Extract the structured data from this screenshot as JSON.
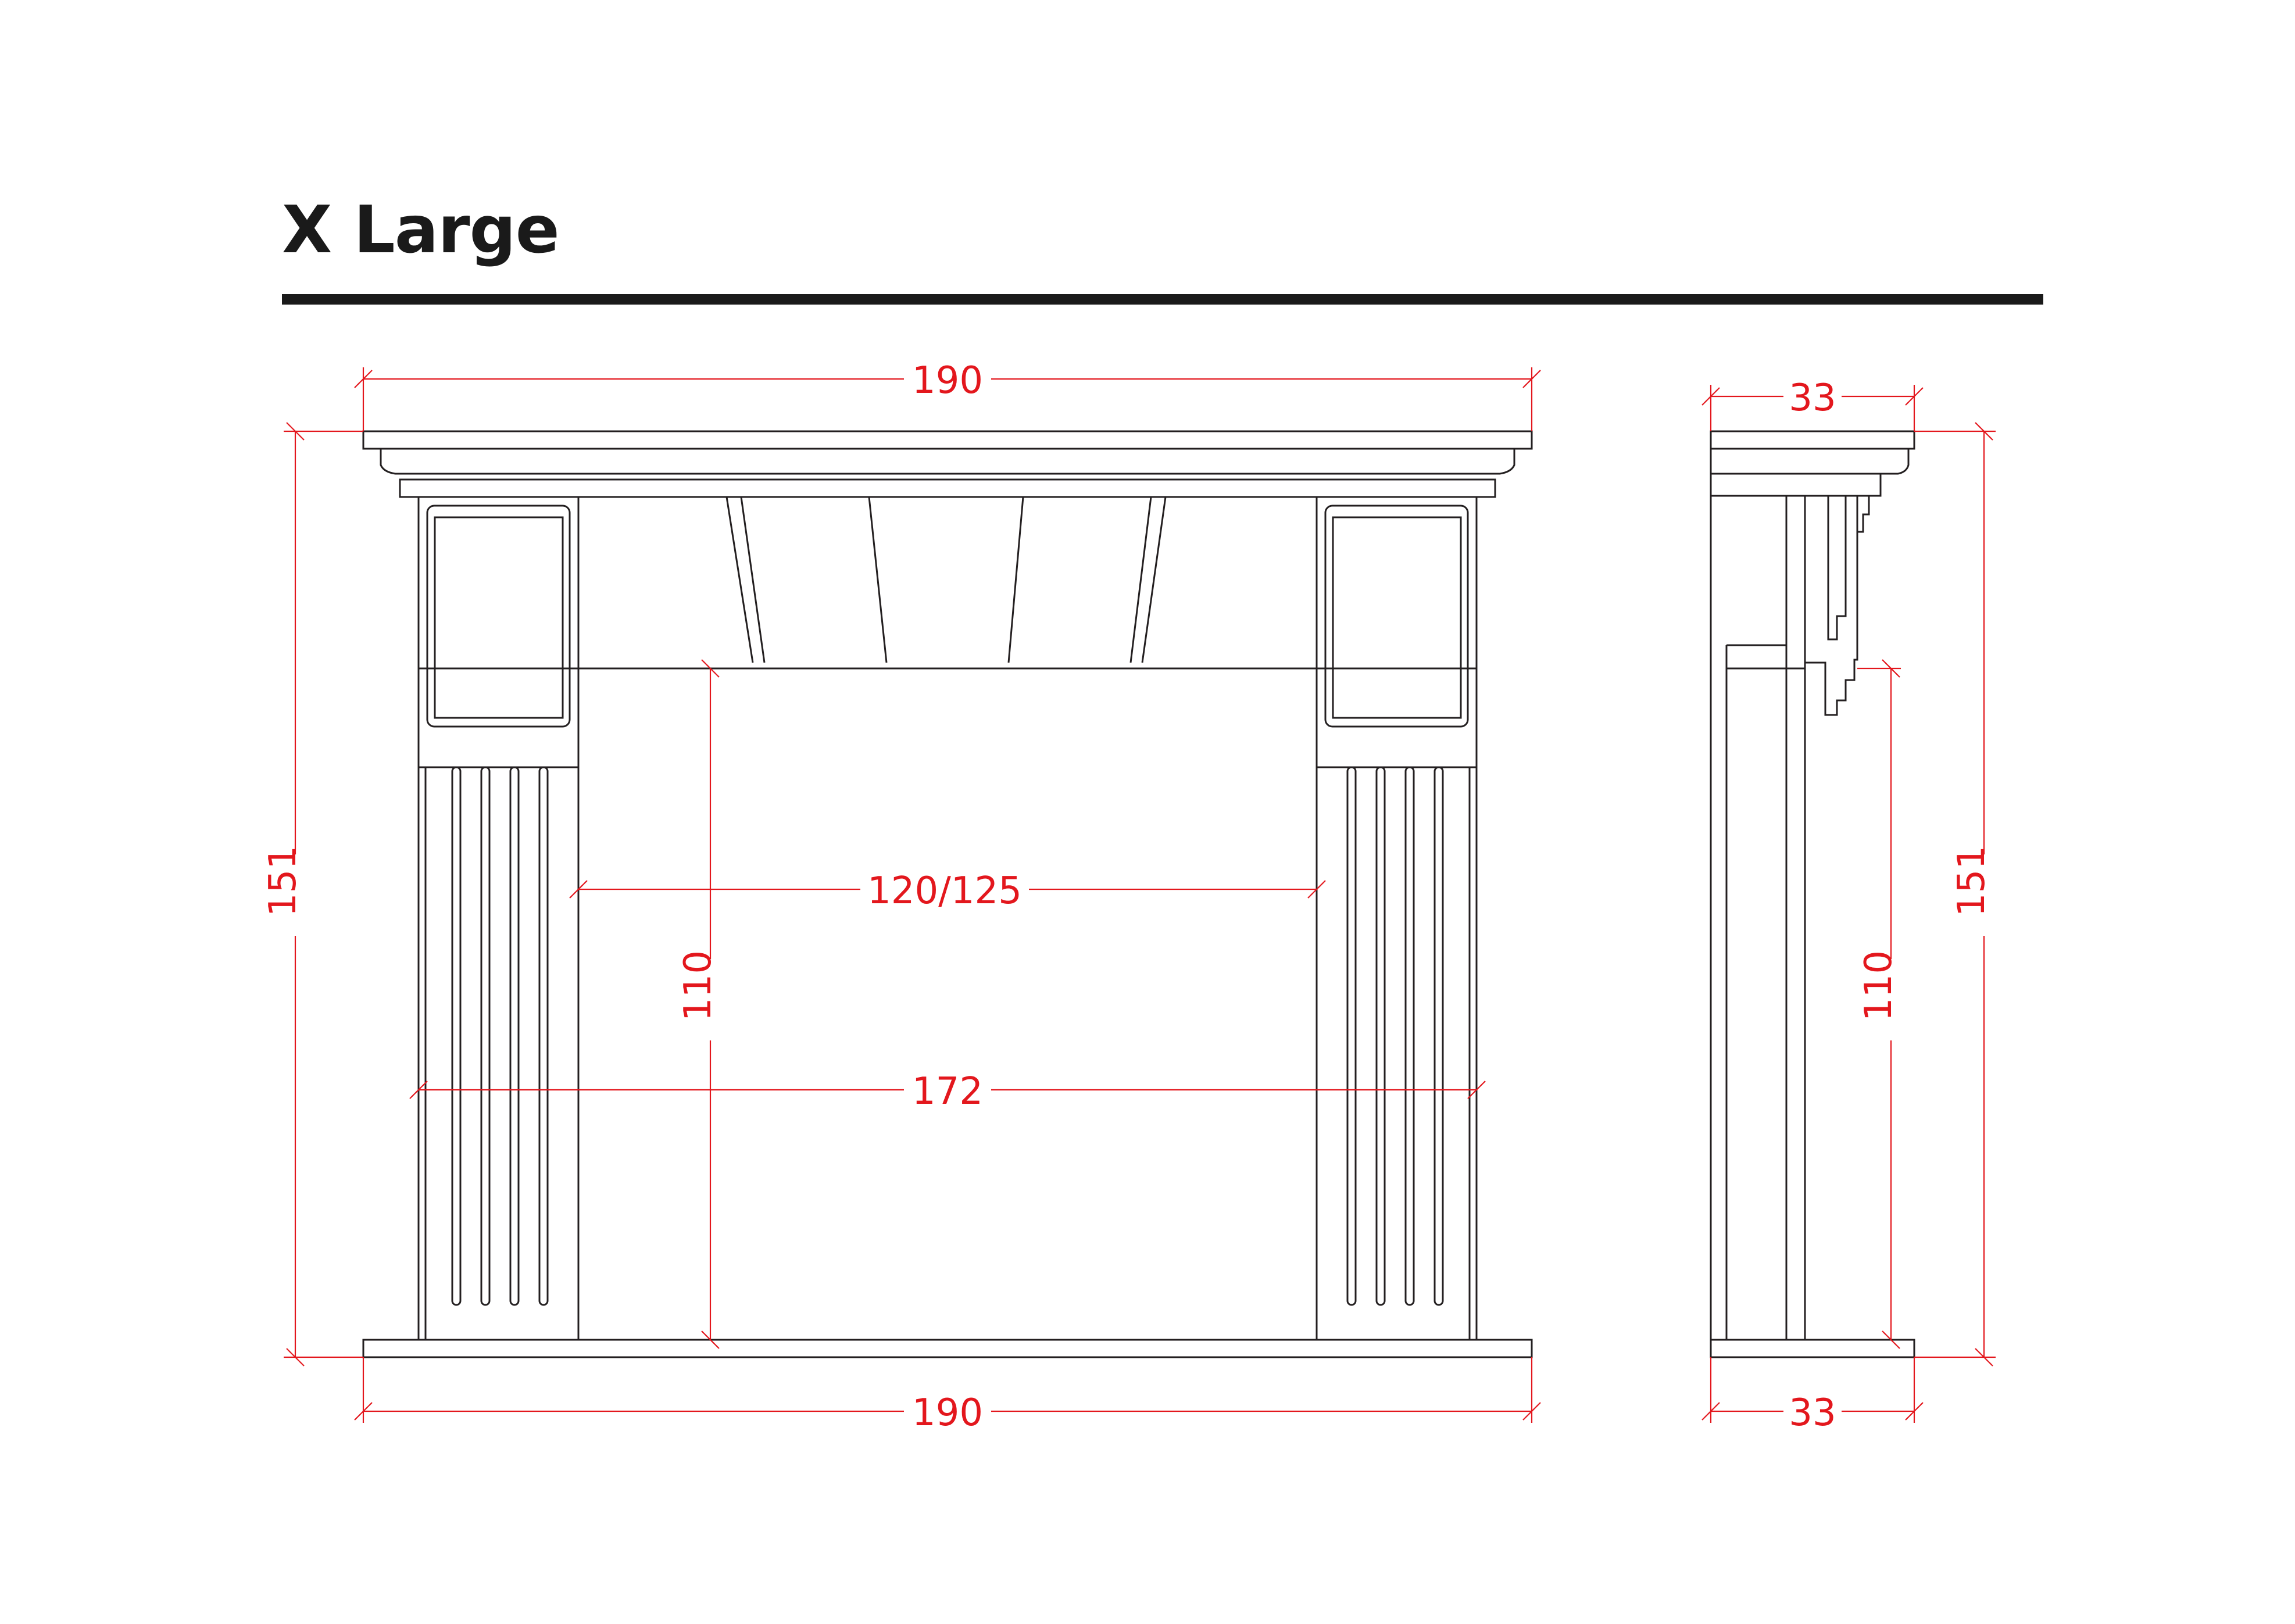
{
  "title": "X Large",
  "colors": {
    "outline": "#231f20",
    "dimension": "#e3171d",
    "title": "#1a1a1a"
  },
  "dimensions": {
    "front_top_width": "190",
    "front_bottom_width": "190",
    "front_height": "151",
    "opening_height": "110",
    "opening_width": "120/125",
    "inner_leg_span": "172",
    "side_top_depth": "33",
    "side_bottom_depth": "33",
    "side_height": "151",
    "side_opening_height": "110"
  }
}
